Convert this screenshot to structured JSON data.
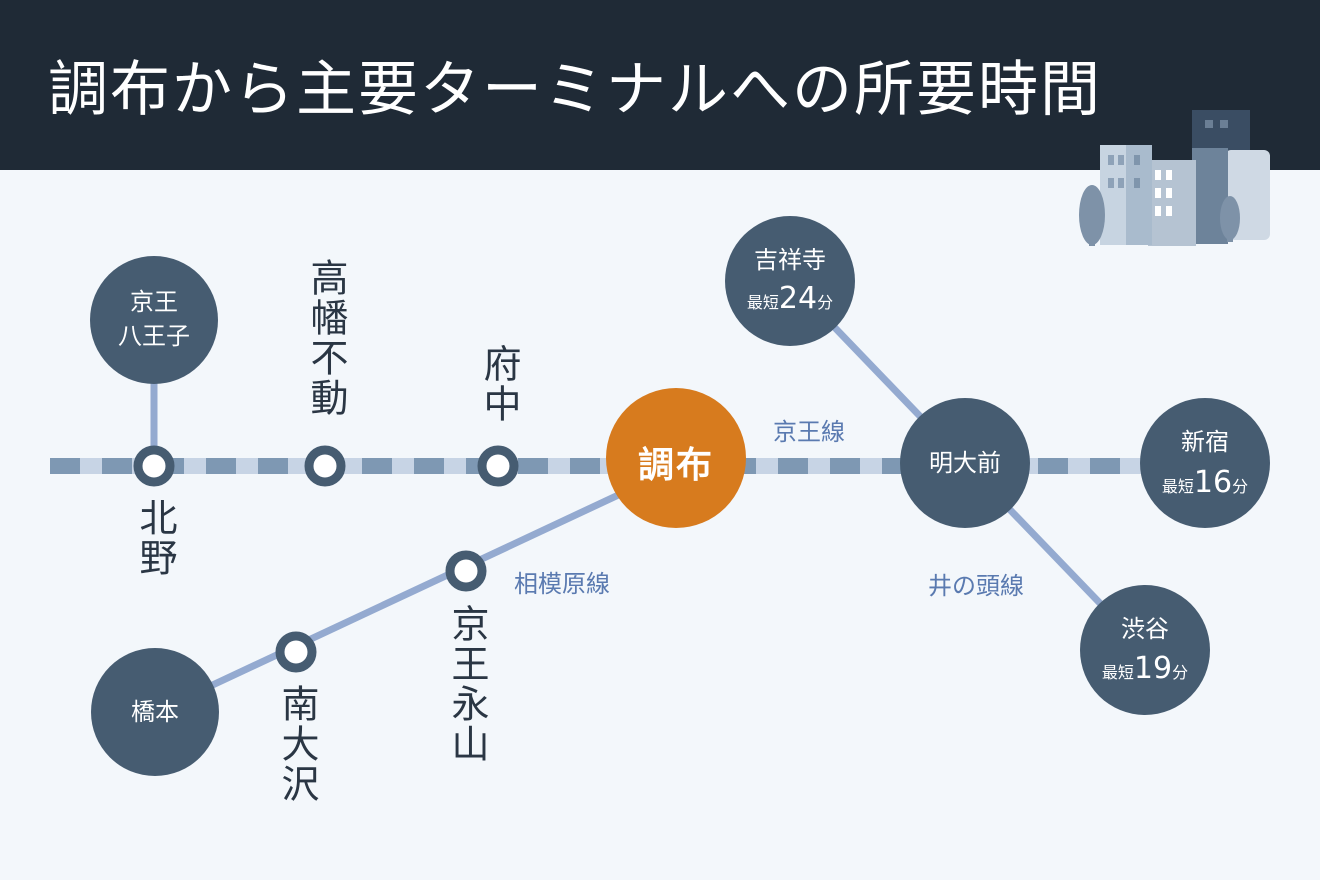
{
  "title": "調布から主要ターミナルへの所要時間",
  "colors": {
    "header_bg": "#1f2a36",
    "page_bg": "#f3f7fb",
    "node": "#465c71",
    "hub": "#d77b1e",
    "line_main": "#c7d4e5",
    "line_main_dash": "#7e98b3",
    "line_branch": "#94aad0",
    "label_blue": "#5a7ab0"
  },
  "lines": {
    "keio": "京王線",
    "sagamihara": "相模原線",
    "inokashira": "井の頭線"
  },
  "hub": {
    "name": "調布"
  },
  "stations": {
    "kitano": "北野",
    "takahata": "高幡不動",
    "fuchu": "府中",
    "minami_osawa": "南大沢",
    "keio_nagayama": "京王永山",
    "meidaimae": "明大前"
  },
  "terminals": {
    "hachioji": {
      "line1": "京王",
      "line2": "八王子"
    },
    "hashimoto": {
      "name": "橋本"
    },
    "kichijoji": {
      "name": "吉祥寺",
      "prefix": "最短",
      "minutes": "24",
      "unit": "分"
    },
    "shinjuku": {
      "name": "新宿",
      "prefix": "最短",
      "minutes": "16",
      "unit": "分"
    },
    "shibuya": {
      "name": "渋谷",
      "prefix": "最短",
      "minutes": "19",
      "unit": "分"
    }
  },
  "decoration": {
    "icon": "city-buildings-icon"
  }
}
